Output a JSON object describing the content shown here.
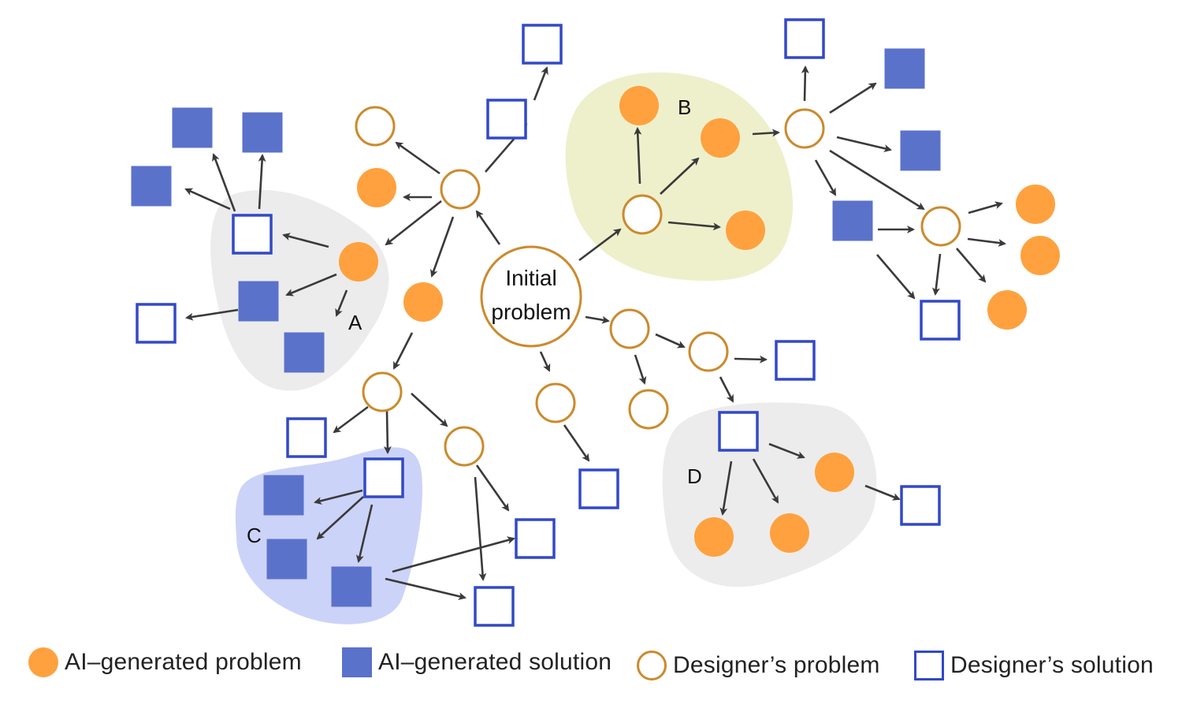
{
  "diagram": {
    "initial_node_label_lines": [
      "Initial",
      "problem"
    ],
    "colors": {
      "ai_problem_fill": "#FFA13E",
      "ai_solution_fill": "#5B72CB",
      "designer_problem_stroke": "#CC8A2C",
      "designer_solution_stroke": "#3249C7",
      "arrow": "#3a3a3a",
      "region_a": "#ECECEC",
      "region_b": "#EEF0CC",
      "region_c": "#CCD3F8",
      "region_d": "#ECECEC"
    },
    "regions": [
      {
        "id": "A",
        "label": "A"
      },
      {
        "id": "B",
        "label": "B"
      },
      {
        "id": "C",
        "label": "C"
      },
      {
        "id": "D",
        "label": "D"
      }
    ],
    "node_types": {
      "ai_problem": "AI-generated problem",
      "ai_solution": "AI-generated solution",
      "designer_problem": "Designer's problem",
      "designer_solution": "Designer's solution"
    }
  },
  "legend": [
    {
      "type": "ai_problem",
      "label": "AI–generated problem"
    },
    {
      "type": "ai_solution",
      "label": "AI–generated solution"
    },
    {
      "type": "designer_problem",
      "label": "Designer’s problem"
    },
    {
      "type": "designer_solution",
      "label": "Designer’s solution"
    }
  ]
}
